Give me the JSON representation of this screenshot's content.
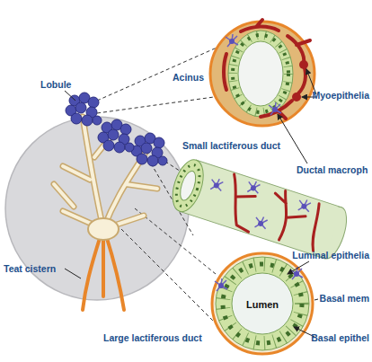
{
  "diagram": {
    "nodes": [
      {
        "text": [
          "Lumen"
        ]
      }
    ],
    "labels": [
      "Acinus",
      "Myoepithelia",
      "Ductal macroph",
      "Lobule",
      "Small lactiferous duct",
      "Teat cistern",
      "Large lactiferous duct",
      "Luminal epithelia",
      "Basal mem",
      "Basal epithel"
    ]
  }
}
